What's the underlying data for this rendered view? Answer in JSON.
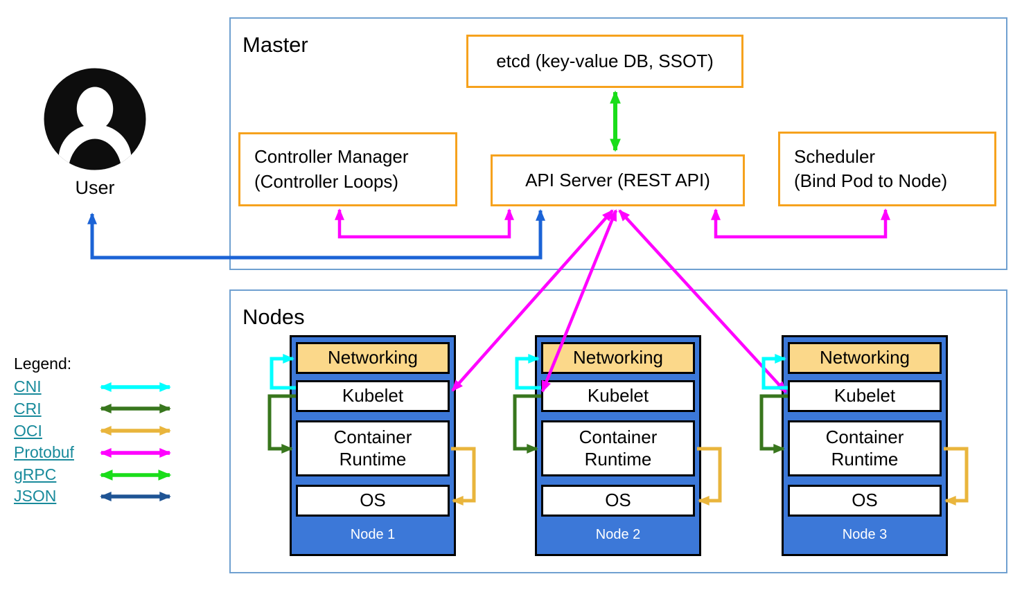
{
  "palette": {
    "cni": "#00FFFF",
    "cri": "#38761D",
    "oci": "#E9B53C",
    "protobuf": "#FF00FF",
    "grpc": "#1ADD1A",
    "json": "#1F5494",
    "userblue": "#1B63D6",
    "link": "#188A9B",
    "orange_border": "#F6A21D",
    "frame_border": "#6FA0D0",
    "node_blue": "#3C78D8",
    "networking_fill": "#FBD88A",
    "text": "#000000"
  },
  "master": {
    "title": "Master",
    "etcd_label": "etcd (key-value DB, SSOT)",
    "controller_manager": {
      "line1": "Controller Manager",
      "line2": "(Controller Loops)"
    },
    "api_server_label": "API Server (REST API)",
    "scheduler": {
      "line1": "Scheduler",
      "line2": "(Bind Pod to Node)"
    }
  },
  "user": {
    "label": "User"
  },
  "nodes": {
    "title": "Nodes",
    "items": [
      {
        "label": "Node 1",
        "layers": [
          "Networking",
          "Kubelet",
          "Container Runtime",
          "OS"
        ]
      },
      {
        "label": "Node 2",
        "layers": [
          "Networking",
          "Kubelet",
          "Container Runtime",
          "OS"
        ]
      },
      {
        "label": "Node 3",
        "layers": [
          "Networking",
          "Kubelet",
          "Container Runtime",
          "OS"
        ]
      }
    ]
  },
  "legend": {
    "title": "Legend:",
    "items": [
      {
        "label": "CNI",
        "color": "#00FFFF"
      },
      {
        "label": "CRI",
        "color": "#38761D"
      },
      {
        "label": "OCI",
        "color": "#E9B53C"
      },
      {
        "label": "Protobuf",
        "color": "#FF00FF"
      },
      {
        "label": "gRPC",
        "color": "#1ADD1A"
      },
      {
        "label": "JSON",
        "color": "#1F5494"
      }
    ]
  },
  "arrows": [
    {
      "from": "etcd",
      "to": "API Server",
      "protocol": "gRPC"
    },
    {
      "from": "Controller Manager",
      "to": "API Server",
      "protocol": "Protobuf"
    },
    {
      "from": "Scheduler",
      "to": "API Server",
      "protocol": "Protobuf"
    },
    {
      "from": "User",
      "to": "API Server",
      "protocol": "JSON"
    },
    {
      "from": "API Server",
      "to": "Kubelet (Node 1)",
      "protocol": "Protobuf"
    },
    {
      "from": "API Server",
      "to": "Kubelet (Node 2)",
      "protocol": "Protobuf"
    },
    {
      "from": "API Server",
      "to": "Kubelet (Node 3)",
      "protocol": "Protobuf"
    },
    {
      "from": "Kubelet",
      "to": "Networking",
      "protocol": "CNI"
    },
    {
      "from": "Kubelet",
      "to": "Container Runtime",
      "protocol": "CRI"
    },
    {
      "from": "Container Runtime",
      "to": "OS",
      "protocol": "OCI"
    }
  ]
}
